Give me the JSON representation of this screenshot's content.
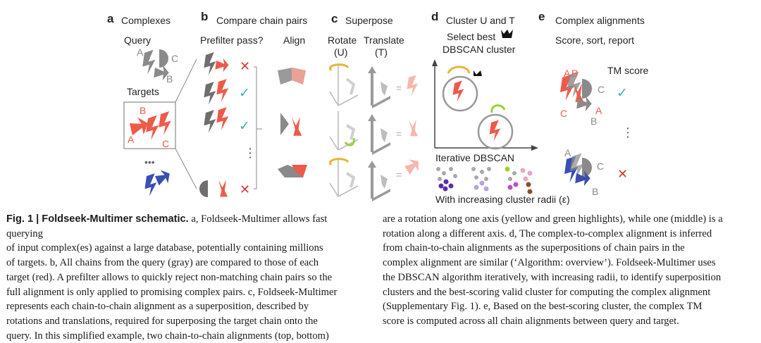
{
  "panels": {
    "a": {
      "letter": "a",
      "title": "Complexes",
      "query": "Query",
      "targets": "Targets",
      "dots": "•••",
      "chain_labels": {
        "qa": "A",
        "qb": "B",
        "qc": "C",
        "ta": "A",
        "tb": "B",
        "tc": "C"
      }
    },
    "b": {
      "letter": "b",
      "title": "Compare chain pairs",
      "sub1": "Prefilter pass?",
      "sub2": "Align"
    },
    "c": {
      "letter": "c",
      "title": "Superpose",
      "sub1": "Rotate",
      "sub1b": "(U)",
      "sub2": "Translate",
      "sub2b": "(T)"
    },
    "d": {
      "letter": "d",
      "title": "Cluster U and T",
      "sub1": "Select best",
      "sub2": "DBSCAN cluster",
      "iter": "Iterative DBSCAN",
      "radii": "With increasing cluster radii (ε)"
    },
    "e": {
      "letter": "e",
      "title": "Complex alignments",
      "sub1": "Score, sort, report",
      "tm": "TM score",
      "chain_labels": {
        "a1": "A",
        "b1": "B",
        "c1": "C",
        "a2": "A",
        "b2": "B",
        "c2": "C",
        "a3": "A",
        "c3": "C",
        "b3": "B"
      }
    }
  },
  "symbols": {
    "check": "✓",
    "cross": "✕",
    "vdots": "⋮",
    "equals": "="
  },
  "caption": {
    "left_lines": [
      {
        "bold": "Fig. 1 | Foldseek-Multimer schematic.",
        "text": " a, Foldseek-Multimer allows fast querying"
      },
      {
        "text": "of input complex(es) against a large database, potentially containing millions"
      },
      {
        "text": "of targets. b, All chains from the query (gray) are compared to those of each"
      },
      {
        "text": "target (red). A prefilter allows to quickly reject non-matching chain pairs so the"
      },
      {
        "text": "full alignment is only applied to promising complex pairs. c, Foldseek-Multimer"
      },
      {
        "text": "represents each chain-to-chain alignment as a superposition, described by"
      },
      {
        "text": "rotations and translations, required for superposing the target chain onto the"
      },
      {
        "text": "query. In this simplified example, two chain-to-chain alignments (top, bottom)"
      }
    ],
    "right_lines": [
      {
        "text": "are a rotation along one axis (yellow and green highlights), while one (middle) is a"
      },
      {
        "text": "rotation along a different axis. d, The complex-to-complex alignment is inferred"
      },
      {
        "text": "from chain-to-chain alignments as the superpositions of chain pairs in the"
      },
      {
        "text": "complex alignment are similar (‘Algorithm: overview’). Foldseek-Multimer uses"
      },
      {
        "text": "the DBSCAN algorithm iteratively, with increasing radii, to identify superposition"
      },
      {
        "text": "clusters and the best-scoring valid cluster for computing the complex alignment"
      },
      {
        "text": "(Supplementary Fig. 1). e, Based on the best-scoring cluster, the complex TM"
      },
      {
        "text": "score is computed across all chain alignments between query and target."
      }
    ]
  },
  "colors": {
    "red": "#ee5a4a",
    "gray": "#8a8a8a",
    "darkgray": "#6e6e6e",
    "blue": "#3a4fb0",
    "teal": "#3bb3a8",
    "crossred": "#d23a33",
    "yellow": "#e7b43a",
    "green": "#9ccf3c",
    "pink": "#f6b7b1"
  }
}
